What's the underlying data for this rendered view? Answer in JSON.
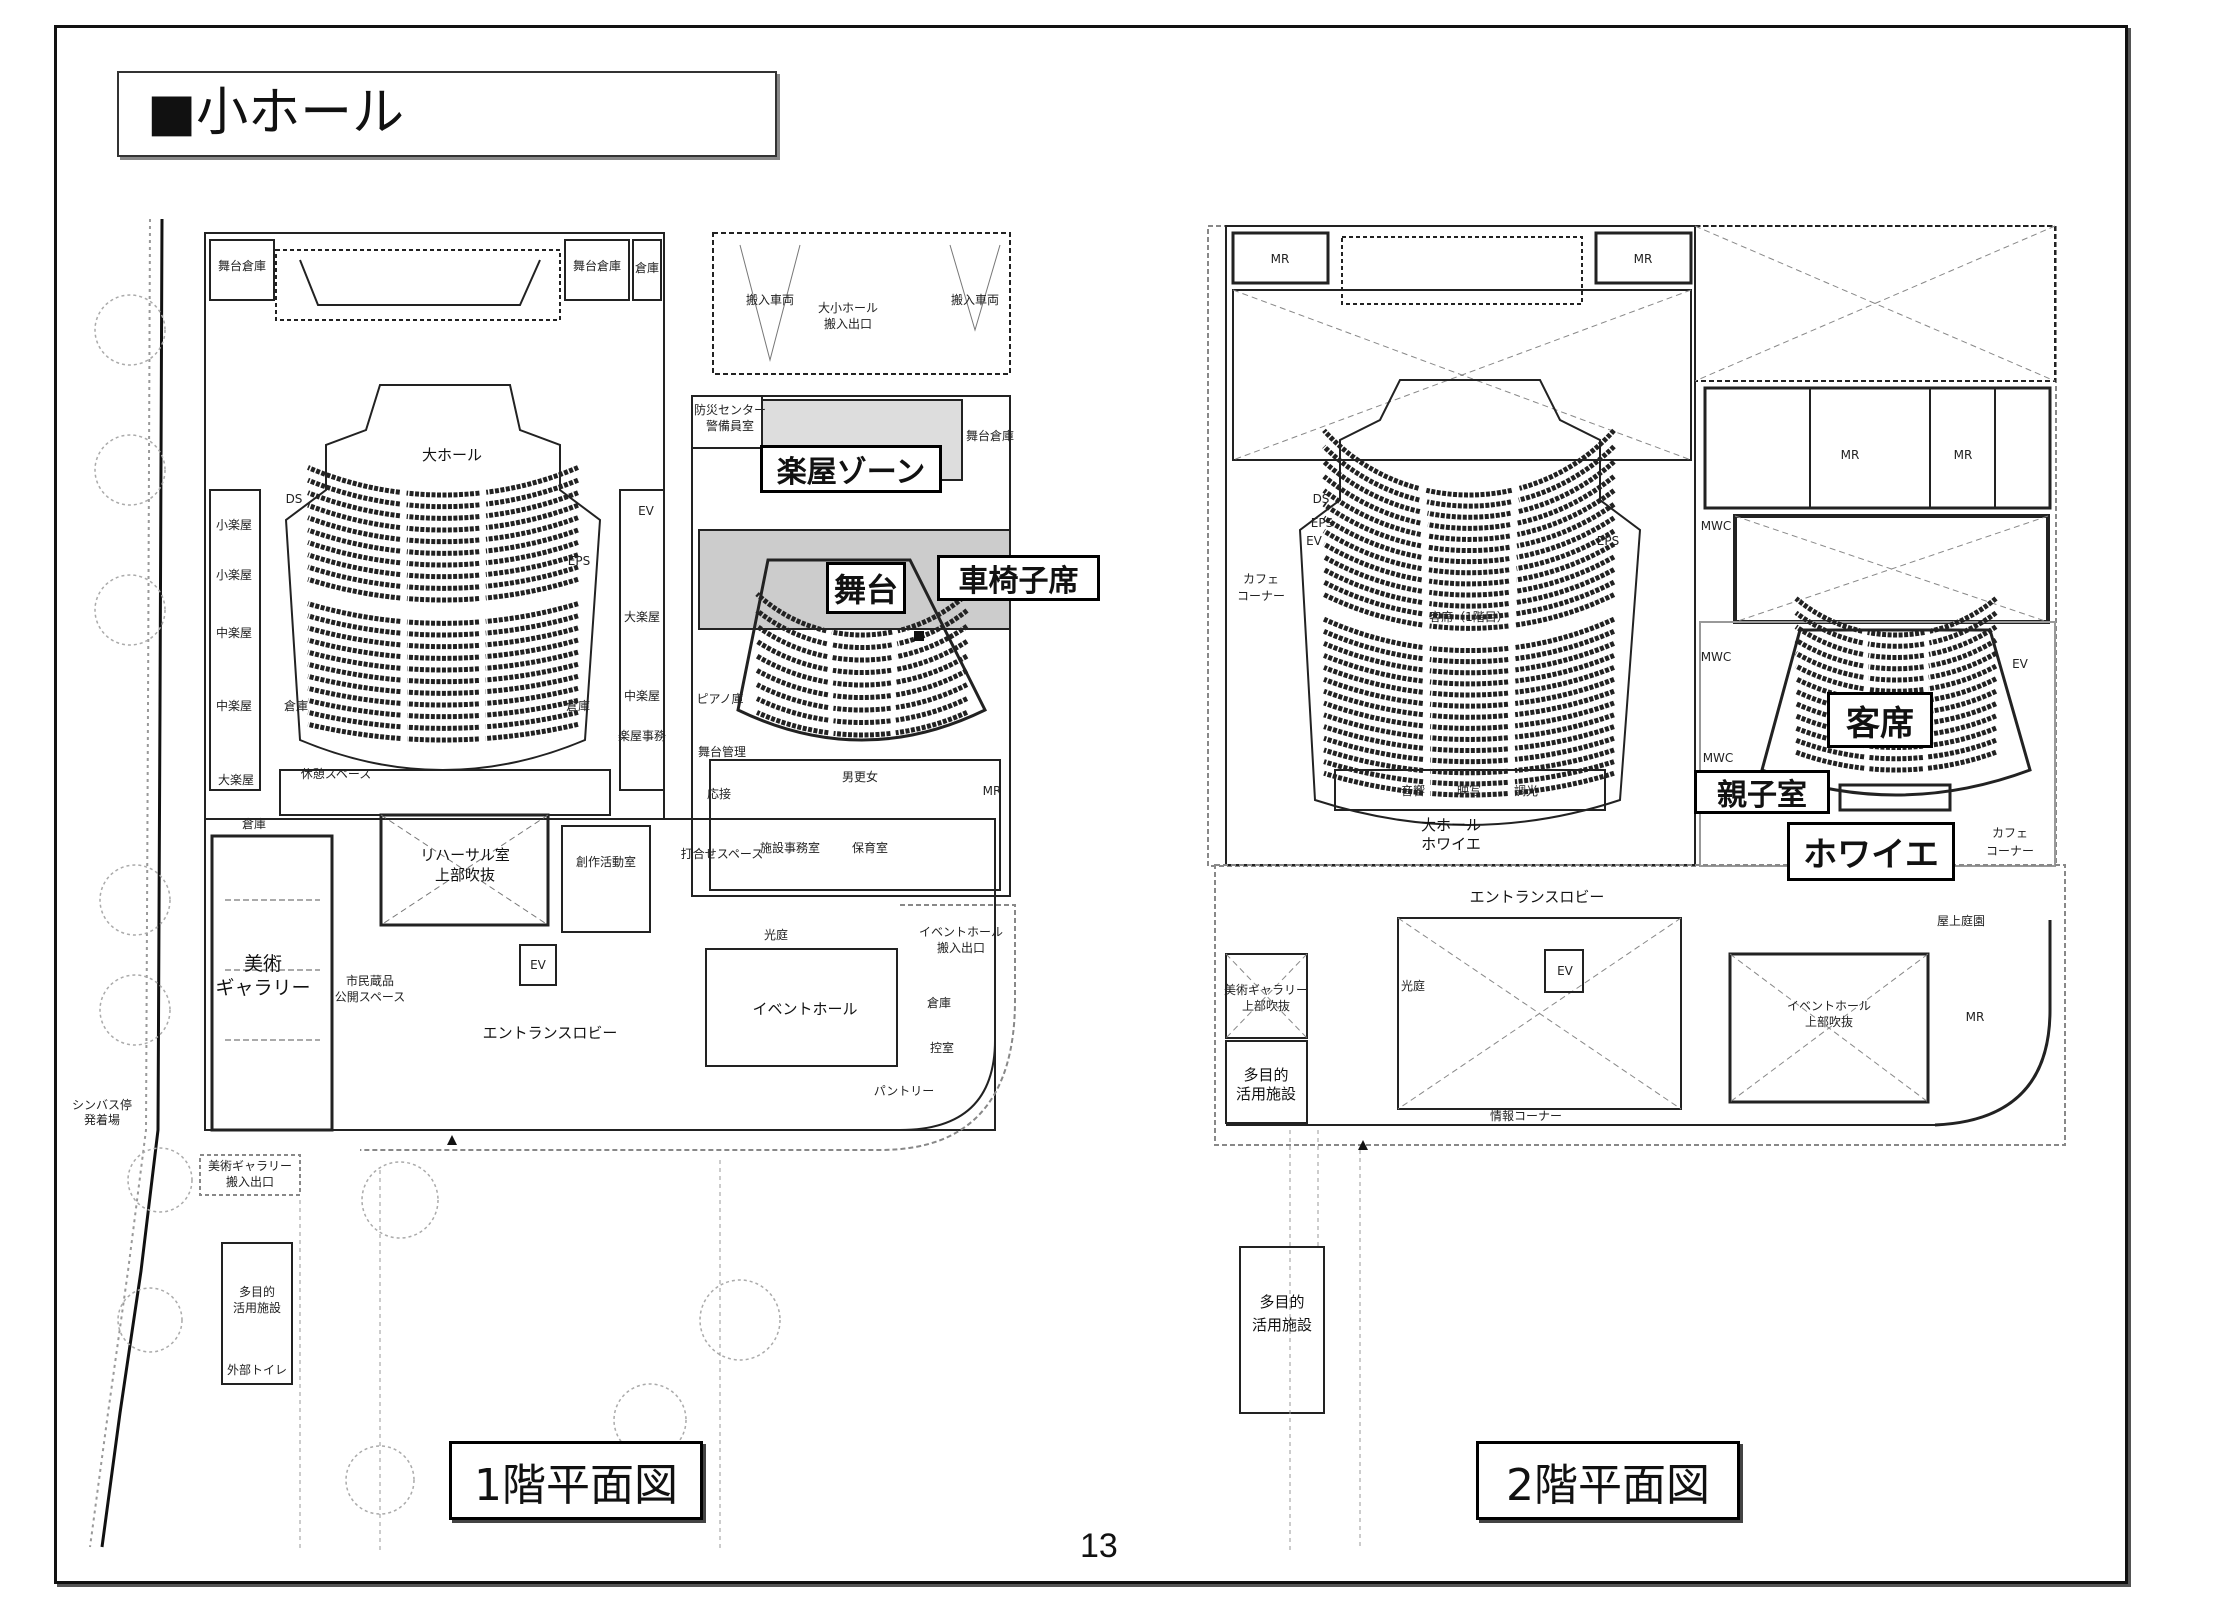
{
  "header": {
    "title": "■小ホール"
  },
  "page_number": "13",
  "plan1": {
    "title": "1階平面図",
    "callouts": {
      "dressing_zone": "楽屋ゾーン",
      "stage": "舞台",
      "wheelchair": "車椅子席"
    },
    "labels": [
      "舞台倉庫",
      "舞台倉庫",
      "倉庫",
      "搬入車両",
      "大小ホール",
      "搬入出口",
      "搬入車両",
      "大ホール",
      "防災センター",
      "警備員室",
      "舞台倉庫",
      "DS",
      "EV",
      "EPS",
      "小楽屋",
      "小楽屋",
      "中楽屋",
      "中楽屋",
      "大楽屋",
      "中楽屋",
      "楽屋事務",
      "ピアノ庫",
      "舞台管理",
      "大楽屋",
      "休憩スペース",
      "倉庫",
      "倉庫",
      "倉庫",
      "美術",
      "ギャラリー",
      "リハーサル室",
      "上部吹抜",
      "創作活動室",
      "市民蔵品",
      "公開スペース",
      "EV",
      "エントランスロビー",
      "イベントホール",
      "打合せスペース",
      "施設事務室",
      "保育室",
      "応接",
      "男更女",
      "MR",
      "イベントホール",
      "搬入出口",
      "倉庫",
      "控室",
      "パントリー",
      "光庭",
      "シンバス停",
      "発着場",
      "美術ギャラリー",
      "搬入出口",
      "多目的",
      "活用施設",
      "外部トイレ"
    ]
  },
  "plan2": {
    "title": "2階平面図",
    "callouts": {
      "seats": "客席",
      "family_room": "親子室",
      "foyer": "ホワイエ"
    },
    "labels": [
      "MR",
      "MR",
      "DS",
      "EPS",
      "EV",
      "カフェ",
      "コーナー",
      "客席（1階目）",
      "EPS",
      "音響",
      "映写",
      "調光",
      "大ホール",
      "ホワイエ",
      "MWC",
      "MR",
      "MR",
      "MWC",
      "EV",
      "カフェ",
      "コーナー",
      "エントランスロビー",
      "美術ギャラリー",
      "上部吹抜",
      "多目的",
      "活用施設",
      "EV",
      "光庭",
      "情報コーナー",
      "イベントホール",
      "上部吹抜",
      "MR",
      "屋上庭園",
      "多目的",
      "活用施設",
      "MWC"
    ]
  }
}
